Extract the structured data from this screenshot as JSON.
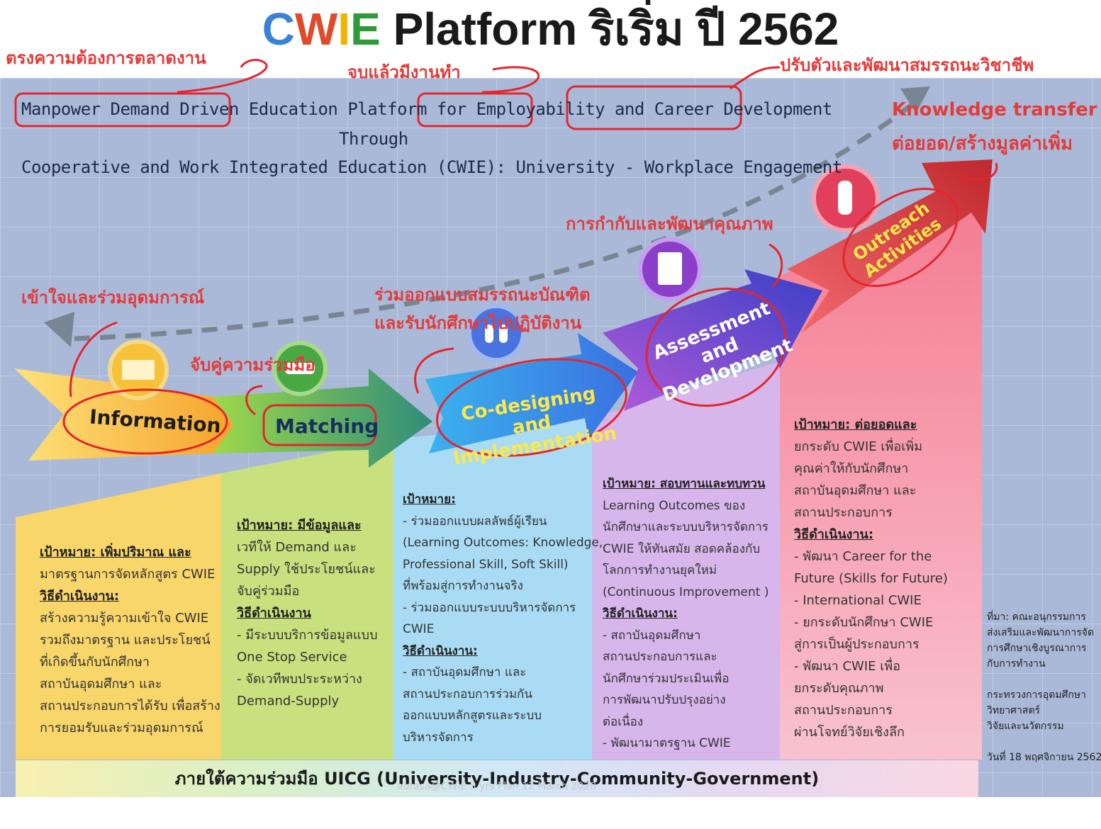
{
  "title": {
    "c": "C",
    "w": "W",
    "i": "I",
    "e": "E",
    "rest": " Platform ริเริ่ม ปี 2562"
  },
  "header": {
    "line1_part1": "Manpower Demand Driven",
    "line1_part2": " Education Platform for ",
    "line1_part3": "Employability",
    "line1_part4": " and ",
    "line1_part5": "Career Development",
    "line2": "Through",
    "line3": "Cooperative and Work Integrated Education (CWIE): University - Workplace Engagement"
  },
  "annotations": {
    "labor_market": "ตรงความต้องการตลาดงาน",
    "get_job": "จบแล้วมีงานทำ",
    "career_dev": "ปรับตัวและพัฒนาสมรรถนะวิชาชีพ",
    "knowledge1": "Knowledge transfer",
    "knowledge2": "ต่อยอด/สร้างมูลค่าเพิ่ม",
    "quality": "การกำกับและพัฒนาคุณภาพ",
    "understand": "เข้าใจและร่วมอุดมการณ์",
    "codesign1": "ร่วมออกแบบสมรรถนะบัณฑิต",
    "codesign2": "และรับนักศึกษาไปปฏิบัติงาน",
    "matching": "จับคู่ความร่วมมือ"
  },
  "steps": {
    "information": "Information",
    "matching": "Matching",
    "codesign": "Co-designing and Implementation",
    "assessment": "Assessment and Development",
    "outreach": "Outreach Activities"
  },
  "columns": {
    "c1": [
      "เป้าหมาย: เพิ่มปริมาณ และ",
      "มาตรฐานการจัดหลักสูตร CWIE",
      "วิธีดำเนินงาน:",
      "สร้างความรู้ความเข้าใจ CWIE",
      "รวมถึงมาตรฐาน และประโยชน์",
      "ที่เกิดขึ้นกับนักศึกษา",
      "สถาบันอุดมศึกษา และ",
      "สถานประกอบการได้รับ เพื่อสร้าง",
      "การยอมรับและร่วมอุดมการณ์"
    ],
    "c2": [
      "เป้าหมาย: มีข้อมูลและ",
      "เวทีให้ Demand และ",
      "Supply ใช้ประโยชน์และ",
      "จับคู่ร่วมมือ",
      "วิธีดำเนินงาน",
      "- มีระบบบริการข้อมูลแบบ",
      "  One Stop Service",
      "- จัดเวทีพบประระหว่าง",
      "  Demand-Supply"
    ],
    "c3": [
      "เป้าหมาย:",
      "- ร่วมออกแบบผลลัพธ์ผู้เรียน",
      "(Learning Outcomes: Knowledge,",
      "Professional Skill, Soft Skill)",
      "ที่พร้อมสู่การทำงานจริง",
      "- ร่วมออกแบบระบบบริหารจัดการ",
      "  CWIE",
      "วิธีดำเนินงาน:",
      "- สถาบันอุดมศึกษา และ",
      "  สถานประกอบการร่วมกัน",
      "  ออกแบบหลักสูตรและระบบ",
      "  บริหารจัดการ"
    ],
    "c4": [
      "เป้าหมาย: สอบทานและทบทวน",
      "Learning Outcomes ของ",
      "นักศึกษาและระบบบริหารจัดการ",
      "CWIE ให้ทันสมัย สอดคล้องกับ",
      "โลกการทำงานยุคใหม่",
      "(Continuous Improvement )",
      "วิธีดำเนินงาน:",
      "- สถาบันอุดมศึกษา",
      "  สถานประกอบการและ",
      "  นักศึกษาร่วมประเมินเพื่อ",
      "  การพัฒนาปรับปรุงอย่าง",
      "  ต่อเนื่อง",
      "- พัฒนามาตรฐาน CWIE"
    ],
    "c5": [
      "เป้าหมาย: ต่อยอดและ",
      "ยกระดับ CWIE เพื่อเพิ่ม",
      "คุณค่าให้กับนักศึกษา",
      "สถาบันอุดมศึกษา และ",
      "สถานประกอบการ",
      "วิธีดำเนินงาน:",
      "- พัฒนา Career for the",
      "  Future (Skills for Future)",
      "- International CWIE",
      "- ยกระดับนักศึกษา CWIE",
      "  สู่การเป็นผู้ประกอบการ",
      "- พัฒนา CWIE เพื่อ",
      "  ยกระดับคุณภาพ",
      "  สถานประกอบการ",
      "  ผ่านโจทย์วิจัยเชิงลึก"
    ]
  },
  "footer": "ภายใต้ความร่วมมือ UICG (University-Industry-Community-Government)",
  "source": [
    "ที่มา: คณะอนุกรรมการ",
    "ส่งเสริมและพัฒนาการจัด",
    "การศึกษาเชิงบูรณาการ",
    "กับการทำงาน",
    "",
    "กระทรวงการอุดมศึกษา",
    "วิทยาศาสตร์",
    "วิจัยและนวัตกรรม",
    "",
    "วันที่ 18 พฤศจิกายน 2562"
  ],
  "watermark": "aurasa@CWIE 5 yrs Plan 12 March 2020"
}
